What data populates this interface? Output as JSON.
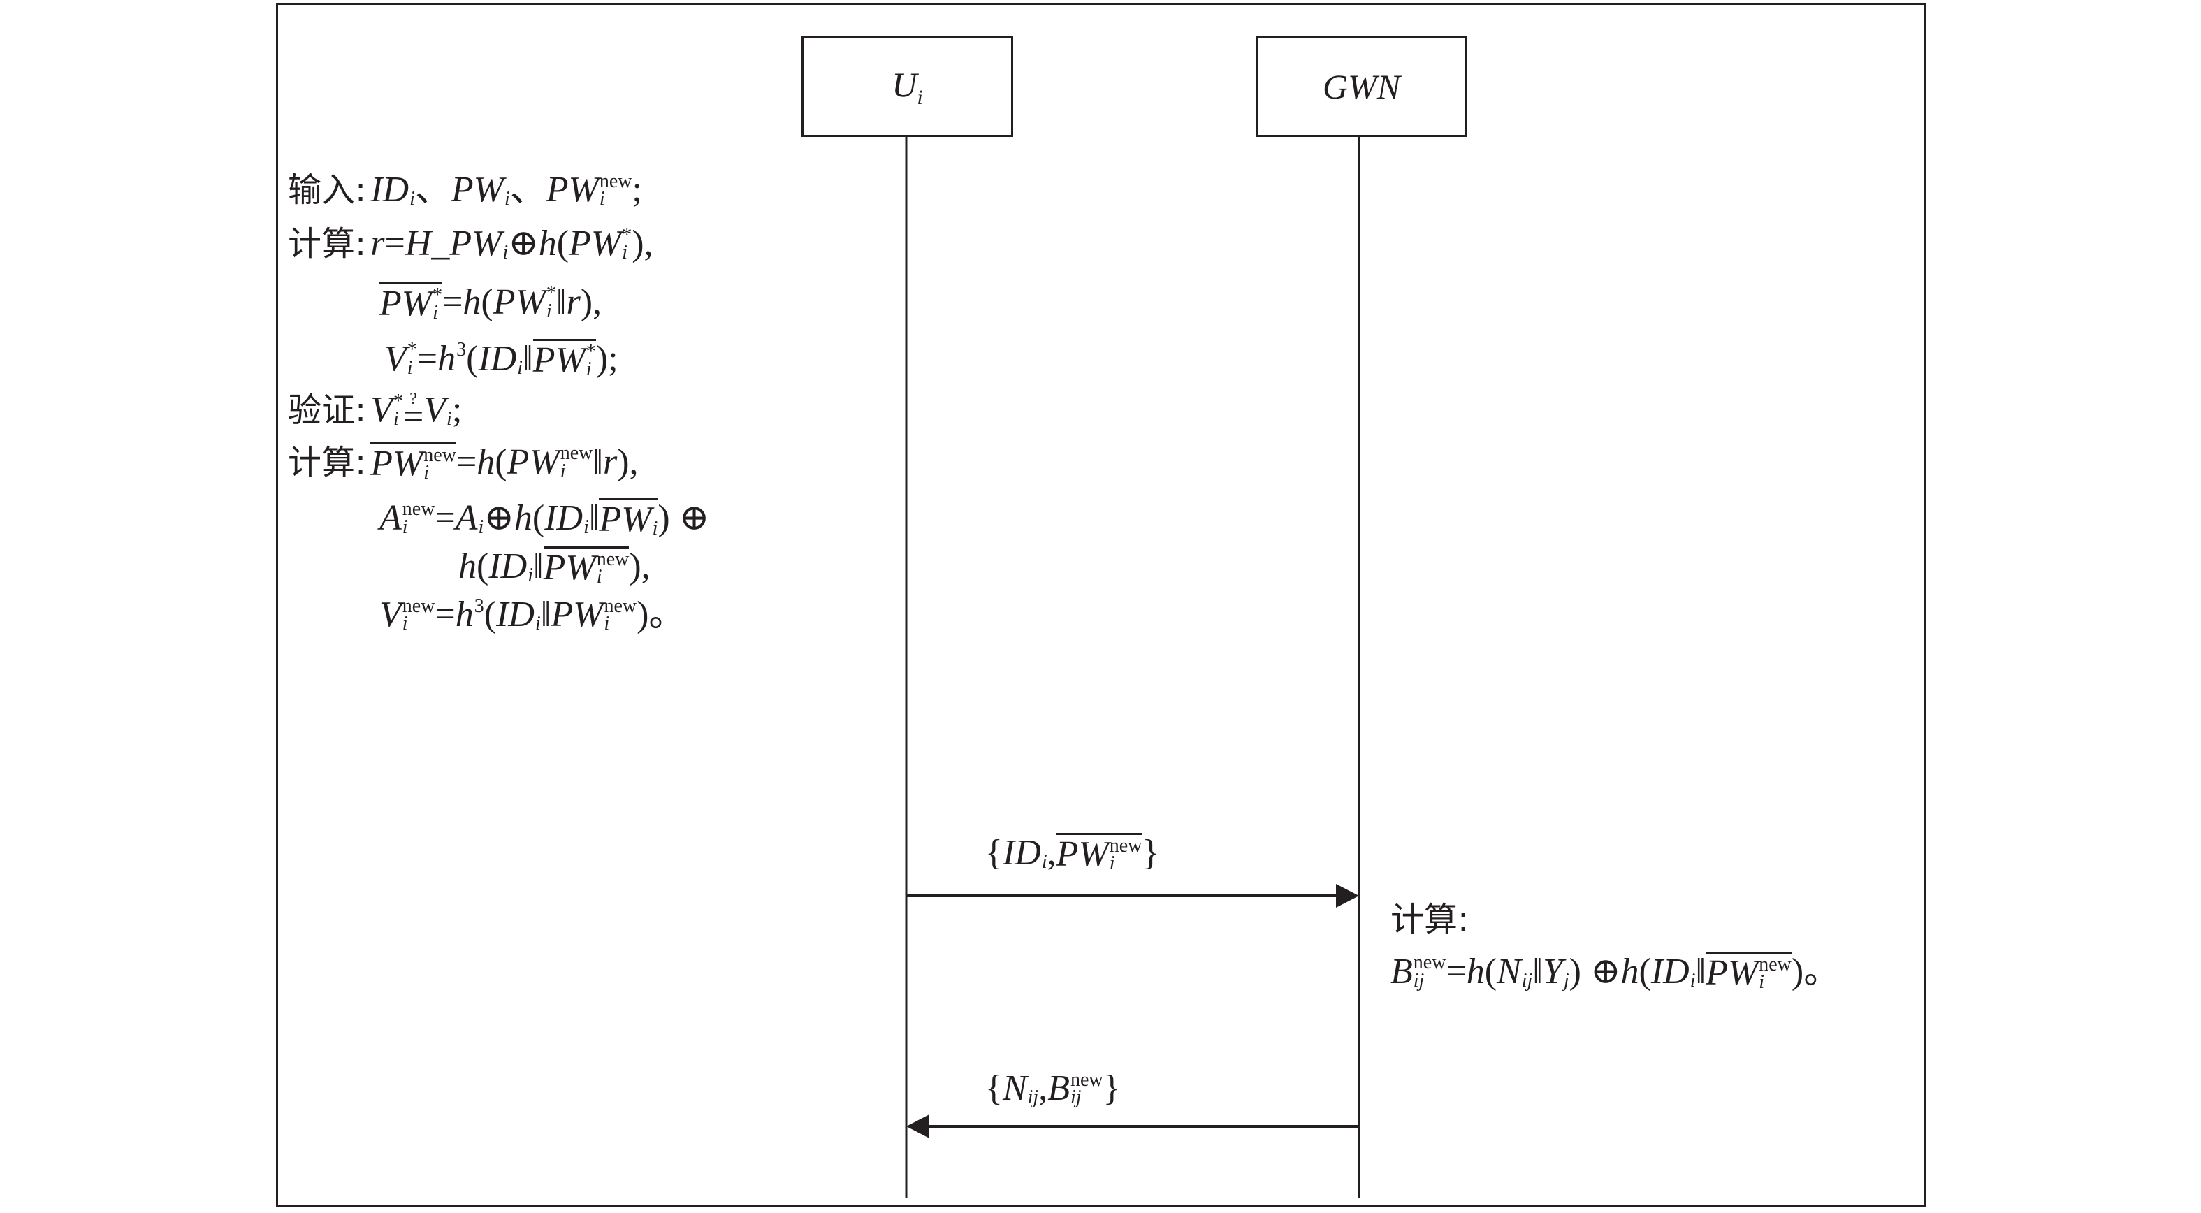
{
  "actors": {
    "user": {
      "base": "U",
      "sub": "i"
    },
    "gateway": "GWN"
  },
  "user_steps": [
    [
      {
        "c": "输入:"
      },
      {
        "m": "ID",
        "sub": "i"
      },
      {
        "r": "、"
      },
      {
        "m": "PW",
        "sub": "i"
      },
      {
        "r": "、"
      },
      {
        "m": "PW",
        "sub": "i",
        "sup": "new"
      },
      {
        "r": ";"
      }
    ],
    [
      {
        "c": "计算:"
      },
      {
        "m": "r"
      },
      {
        "r": " ="
      },
      {
        "m": "H_PW",
        "sub": "i"
      },
      {
        "r": " ⊕ "
      },
      {
        "m": "h"
      },
      {
        "r": "("
      },
      {
        "m": "PW",
        "sub": "i",
        "sup": "*"
      },
      {
        "r": "),"
      }
    ],
    [
      {
        "m": "PW",
        "sub": "i",
        "sup": "*",
        "bar": true
      },
      {
        "r": "="
      },
      {
        "m": "h"
      },
      {
        "r": "("
      },
      {
        "m": "PW",
        "sub": "i",
        "sup": "*"
      },
      {
        "r": "‖"
      },
      {
        "m": "r"
      },
      {
        "r": "),"
      }
    ],
    [
      {
        "m": "V",
        "sub": "i",
        "sup": "*"
      },
      {
        "r": "="
      },
      {
        "m": "h",
        "sup": "3"
      },
      {
        "r": "("
      },
      {
        "m": "ID",
        "sub": "i"
      },
      {
        "r": "‖"
      },
      {
        "m": "PW",
        "sub": "i",
        "sup": "*",
        "bar": true
      },
      {
        "r": ");"
      }
    ],
    [
      {
        "c": "验证:"
      },
      {
        "m": "V",
        "sub": "i",
        "sup": "*"
      },
      {
        "r": "=",
        "over": "?"
      },
      {
        "m": "V",
        "sub": "i"
      },
      {
        "r": ";"
      }
    ],
    [
      {
        "c": "计算:"
      },
      {
        "m": "PW",
        "sub": "i",
        "sup": "new",
        "bar": true
      },
      {
        "r": "="
      },
      {
        "m": "h"
      },
      {
        "r": "("
      },
      {
        "m": "PW",
        "sub": "i",
        "sup": "new"
      },
      {
        "r": "‖"
      },
      {
        "m": "r"
      },
      {
        "r": "),"
      }
    ],
    [
      {
        "m": "A",
        "sub": "i",
        "sup": "new"
      },
      {
        "r": "="
      },
      {
        "m": "A",
        "sub": "i"
      },
      {
        "r": " ⊕ "
      },
      {
        "m": "h"
      },
      {
        "r": "("
      },
      {
        "m": "ID",
        "sub": "i"
      },
      {
        "r": "‖"
      },
      {
        "m": "PW",
        "sub": "i",
        "bar": true
      },
      {
        "r": ") ⊕"
      }
    ],
    [
      {
        "m": "h"
      },
      {
        "r": "("
      },
      {
        "m": "ID",
        "sub": "i"
      },
      {
        "r": "‖"
      },
      {
        "m": "PW",
        "sub": "i",
        "sup": "new",
        "bar": true
      },
      {
        "r": "),"
      }
    ],
    [
      {
        "m": "V",
        "sub": "i",
        "sup": "new"
      },
      {
        "r": "="
      },
      {
        "m": "h",
        "sup": "3"
      },
      {
        "r": "("
      },
      {
        "m": "ID",
        "sub": "i"
      },
      {
        "r": "‖"
      },
      {
        "m": "PW",
        "sub": "i",
        "sup": "new"
      },
      {
        "r": ")。"
      }
    ]
  ],
  "gateway_steps": [
    [
      {
        "c": "计算:"
      }
    ],
    [
      {
        "m": "B",
        "sub": "ij",
        "sup": "new"
      },
      {
        "r": "="
      },
      {
        "m": "h"
      },
      {
        "r": "("
      },
      {
        "m": "N",
        "sub": "ij"
      },
      {
        "r": "‖"
      },
      {
        "m": "Y",
        "sub": "j"
      },
      {
        "r": ") ⊕ "
      },
      {
        "m": "h"
      },
      {
        "r": "("
      },
      {
        "m": "ID",
        "sub": "i"
      },
      {
        "r": "‖"
      },
      {
        "m": "PW",
        "sub": "i",
        "sup": "new",
        "bar": true
      },
      {
        "r": ")。"
      }
    ]
  ],
  "messages": [
    {
      "direction": "user-to-gateway",
      "label": [
        {
          "r": "{"
        },
        {
          "m": "ID",
          "sub": "i"
        },
        {
          "r": ", "
        },
        {
          "m": "PW",
          "sub": "i",
          "sup": "new",
          "bar": true
        },
        {
          "r": "}"
        }
      ]
    },
    {
      "direction": "gateway-to-user",
      "label": [
        {
          "r": "{"
        },
        {
          "m": "N",
          "sub": "ij"
        },
        {
          "r": ", "
        },
        {
          "m": "B",
          "sub": "ij",
          "sup": "new"
        },
        {
          "r": "}"
        }
      ]
    }
  ]
}
